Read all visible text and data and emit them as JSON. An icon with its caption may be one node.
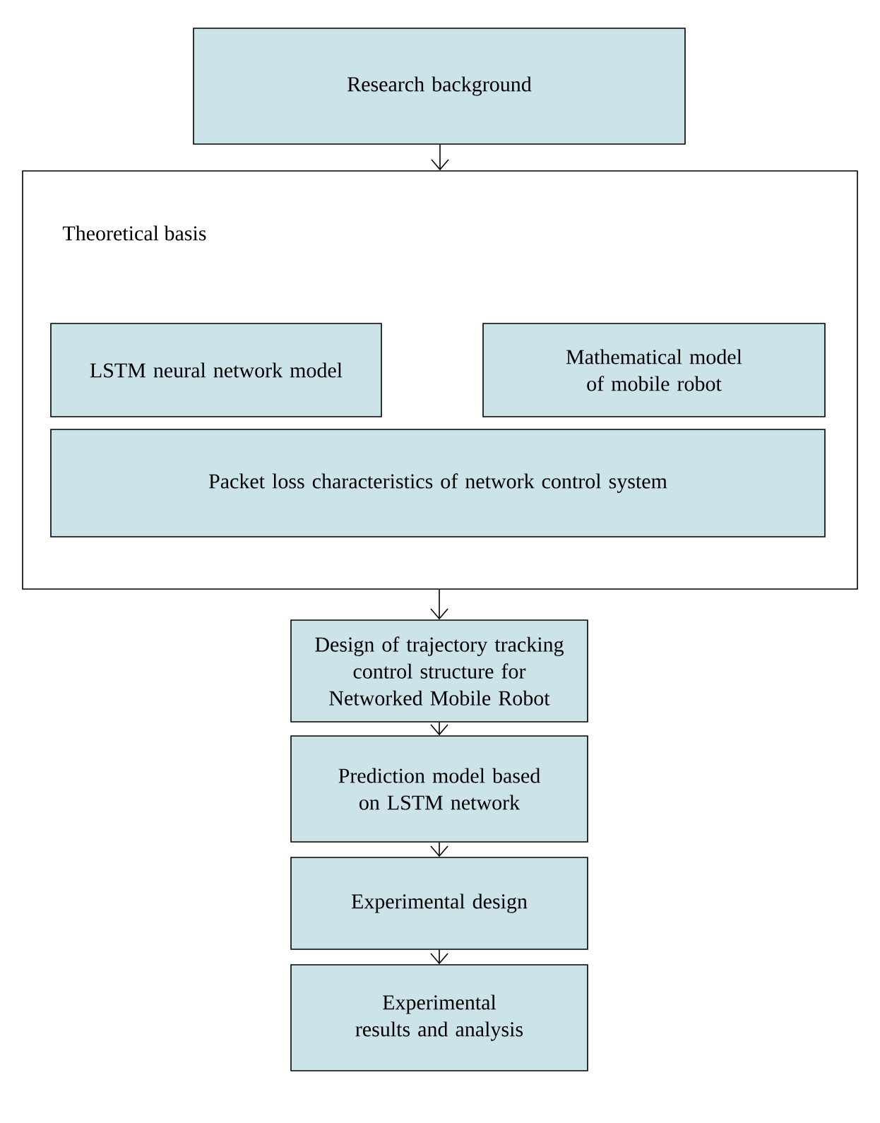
{
  "diagram": {
    "nodes": [
      {
        "text": [
          "Research background"
        ]
      },
      {
        "text": [
          "Theoretical basis"
        ]
      },
      {
        "text": [
          "LSTM neural network model"
        ],
        "in": 1
      },
      {
        "text": [
          "Mathematical model of mobile robot"
        ],
        "in": 1
      },
      {
        "text": [
          "Packet loss characteristics of network control system"
        ],
        "in": 1
      },
      {
        "text": [
          "Design of trajectory tracking control structure for Networked Mobile Robot"
        ]
      },
      {
        "text": [
          "Prediction model based on LSTM network"
        ]
      },
      {
        "text": [
          "Experimental design"
        ]
      },
      {
        "text": [
          "Experimental results and analysis"
        ]
      }
    ],
    "edges": [
      {
        "from": 0,
        "to": 1,
        "arrow": "to"
      },
      {
        "from": 1,
        "to": 5,
        "arrow": "to"
      },
      {
        "from": 5,
        "to": 6,
        "arrow": "to"
      },
      {
        "from": 6,
        "to": 7,
        "arrow": "to"
      },
      {
        "from": 7,
        "to": 8,
        "arrow": "to"
      }
    ]
  }
}
